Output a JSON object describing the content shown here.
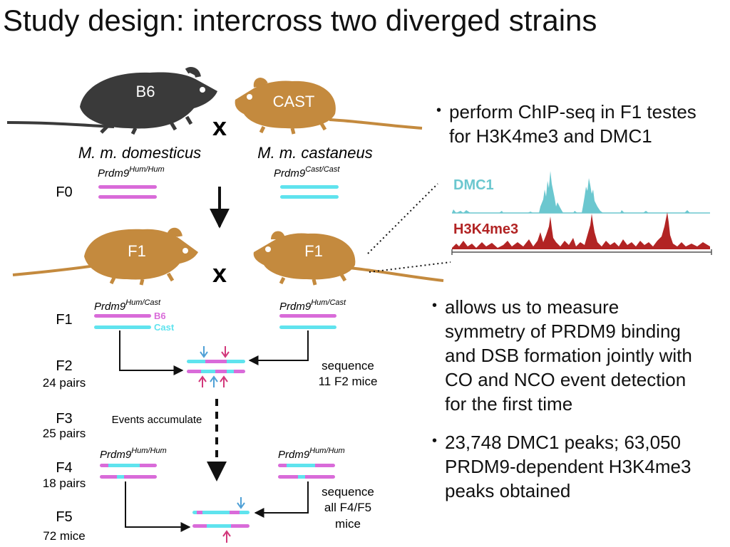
{
  "title": "Study design: intercross two diverged strains",
  "colors": {
    "hum": "#d96bd9",
    "cast": "#5fe3ee",
    "b6_mouse": "#3a3a3a",
    "cast_mouse": "#c48a3e",
    "dmc1": "#6bc7cf",
    "h3k4me3": "#b22424",
    "pink_arrow": "#d2387b",
    "blue_arrow": "#4fa0d6"
  },
  "mice": {
    "b6_label": "B6",
    "cast_label": "CAST",
    "f1_left_label": "F1",
    "f1_right_label": "F1",
    "cross_symbol_top": "x",
    "cross_symbol_bottom": "x"
  },
  "species": {
    "left": "M. m. domesticus",
    "right": "M. m. castaneus"
  },
  "genotypes": {
    "gene": "Prdm9",
    "f0_left_sup": "Hum/Hum",
    "f0_right_sup": "Cast/Cast",
    "f1_left_sup": "Hum/Cast",
    "f1_right_sup": "Hum/Cast",
    "f4_left_sup": "Hum/Hum",
    "f4_right_sup": "Hum/Hum"
  },
  "chrom_labels": {
    "b6": "B6",
    "cast": "Cast"
  },
  "generations": [
    {
      "name": "F0",
      "sub": ""
    },
    {
      "name": "F1",
      "sub": ""
    },
    {
      "name": "F2",
      "sub": "24 pairs"
    },
    {
      "name": "F3",
      "sub": "25 pairs"
    },
    {
      "name": "F4",
      "sub": "18 pairs"
    },
    {
      "name": "F5",
      "sub": "72 mice"
    }
  ],
  "notes": {
    "events_accumulate": "Events accumulate",
    "seq_f2_line1": "sequence",
    "seq_f2_line2": "11 F2 mice",
    "seq_f45_line1": "sequence",
    "seq_f45_line2": "all F4/F5",
    "seq_f45_line3": "mice"
  },
  "tracks": {
    "dmc1": "DMC1",
    "h3k4me3": "H3K4me3"
  },
  "bullets": [
    {
      "lines": [
        "perform ChIP-seq in F1 testes",
        "for H3K4me3 and DMC1"
      ]
    },
    {
      "lines": [
        "allows us to measure",
        "symmetry of PRDM9 binding",
        "and DSB formation jointly with",
        "CO and NCO event detection",
        "for the first time"
      ]
    },
    {
      "lines": [
        "23,748 DMC1 peaks; 63,050",
        "PRDM9-dependent H3K4me3",
        "peaks obtained"
      ]
    }
  ]
}
